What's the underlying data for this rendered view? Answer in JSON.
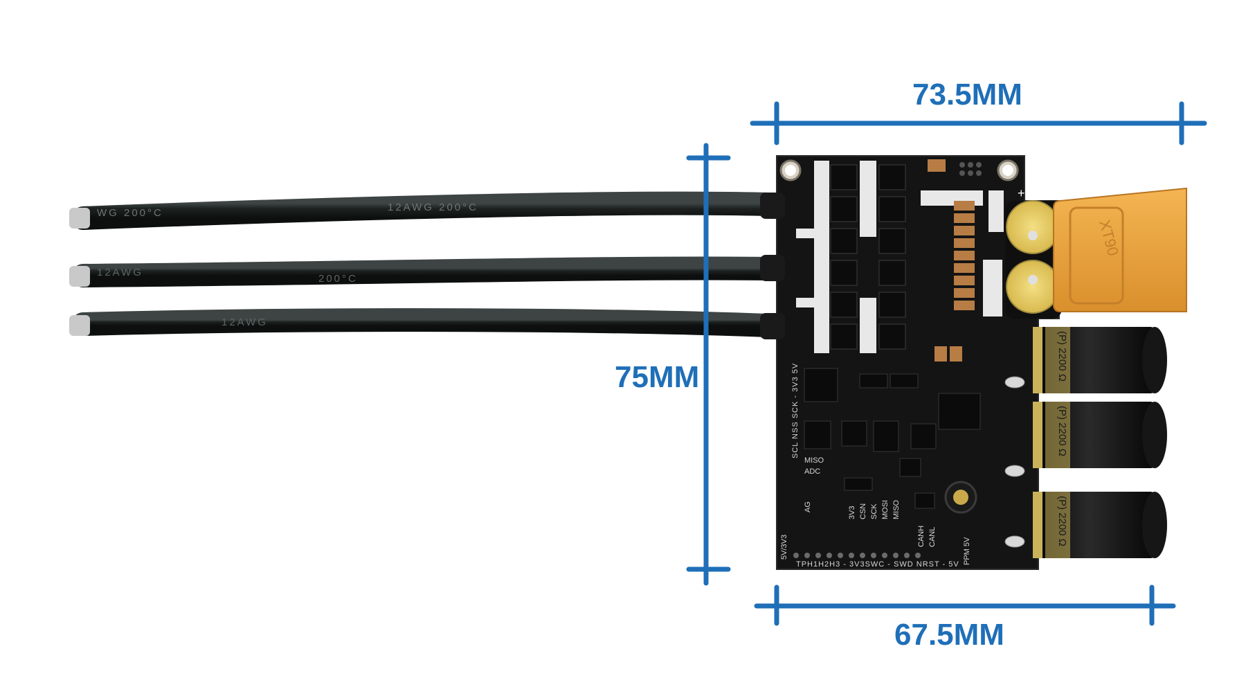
{
  "dimensions": {
    "top_width": "73.5MM",
    "height": "75MM",
    "bottom_width": "67.5MM"
  },
  "wires": {
    "marking_a": "12AWG 200°C",
    "marking_b": "12AWG",
    "marking_c": "200°C",
    "marking_d": "WG 200°C"
  },
  "connector": {
    "label": "XT90",
    "plus_sign": "+"
  },
  "capacitor": {
    "text": "(P) 2200 Ω"
  },
  "pcb_silkscreen": {
    "left_edge": "SCL NSS SCK - 3V3 5V",
    "miso": "MISO",
    "adc": "ADC",
    "vertical_5v3v3": "5V/3V3",
    "header_pins": [
      "3V3",
      "CSN",
      "SCK",
      "MOSI",
      "MISO"
    ],
    "can": [
      "CANL",
      "CANH"
    ],
    "bottom_row": "TPH1H2H3 - 3V3SWC - SWD NRST - 5V",
    "ppm": "PPM 5V",
    "ag": "AG"
  },
  "colors": {
    "dimension_blue": "#1f6fb8",
    "pcb": "#151515",
    "wire": "#1b1f1e",
    "xt90": "#e8a341",
    "capacitor_sleeve": "#111111",
    "capacitor_gold": "#c9b25a"
  }
}
